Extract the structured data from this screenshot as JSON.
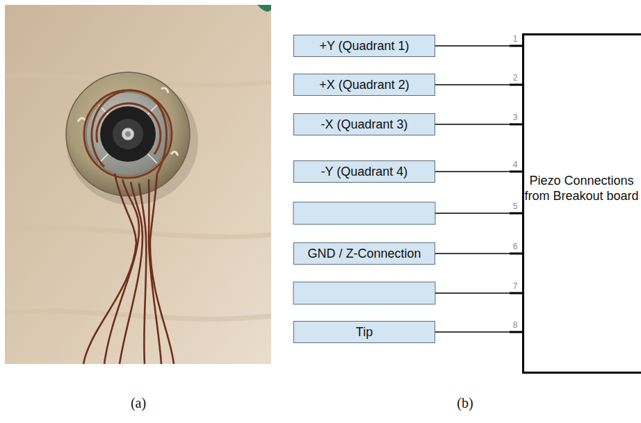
{
  "diagram": {
    "nodes": [
      {
        "text": [
          "+Y (Quadrant 1)"
        ]
      },
      {
        "text": [
          "+X (Quadrant 2)"
        ]
      },
      {
        "text": [
          "-X (Quadrant 3)"
        ]
      },
      {
        "text": [
          "-Y (Quadrant 4)"
        ]
      },
      {
        "text": [
          "GND / Z-Connection"
        ]
      },
      {
        "text": [
          "Tip"
        ]
      },
      {
        "text": [
          "Piezo Connections from Breakout board"
        ]
      }
    ],
    "edges": [
      {
        "from": 0,
        "to": 6,
        "arrow": "none",
        "label": "1"
      },
      {
        "from": 1,
        "to": 6,
        "arrow": "none",
        "label": "2"
      },
      {
        "from": 2,
        "to": 6,
        "arrow": "none",
        "label": "3"
      },
      {
        "from": 3,
        "to": 6,
        "arrow": "none",
        "label": "4"
      },
      {
        "from": 4,
        "to": 6,
        "arrow": "none",
        "label": "6"
      },
      {
        "from": 5,
        "to": 6,
        "arrow": "none",
        "label": "8"
      }
    ],
    "labels": [
      "5",
      "7",
      "(a)",
      "(b)"
    ]
  }
}
